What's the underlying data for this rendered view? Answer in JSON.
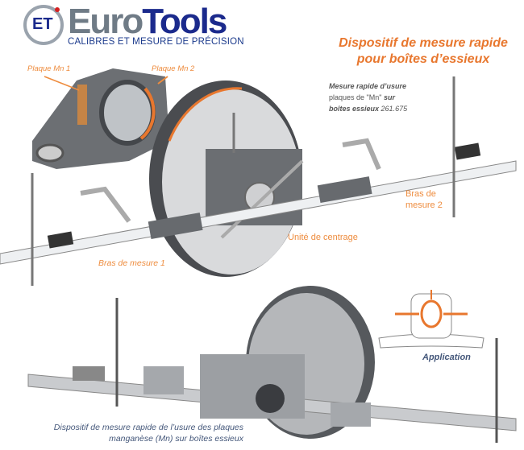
{
  "logo": {
    "badge": "ET",
    "brand_part1": "Euro",
    "brand_part2": "Tools",
    "tagline": "CALIBRES ET MESURE DE PRÉCISION"
  },
  "title": {
    "line1": "Dispositif de mesure rapide",
    "line2": "pour boîtes d’essieux"
  },
  "description": {
    "line1": "Mesure rapide d’usure",
    "line2a": "plaques de \"Mn\"",
    "line2b": "sur",
    "line3a": "boîtes essieux",
    "line3b": "261.675"
  },
  "labels": {
    "plaque_mn1": "Plaque Mn 1",
    "plaque_mn2": "Plaque Mn 2",
    "bras_mesure2_l1": "Bras de",
    "bras_mesure2_l2": "mesure 2",
    "unite_centrage": "Unité de centrage",
    "bras_mesure1": "Bras de mesure 1",
    "application": "Application"
  },
  "caption": {
    "line1": "Dispositif de mesure rapide de l’usure des plaques",
    "line2": "manganèse (Mn) sur boîtes essieux"
  },
  "colors": {
    "accent": "#e8772e",
    "brand_blue": "#1b2a8c",
    "caption_blue": "#44577a"
  }
}
